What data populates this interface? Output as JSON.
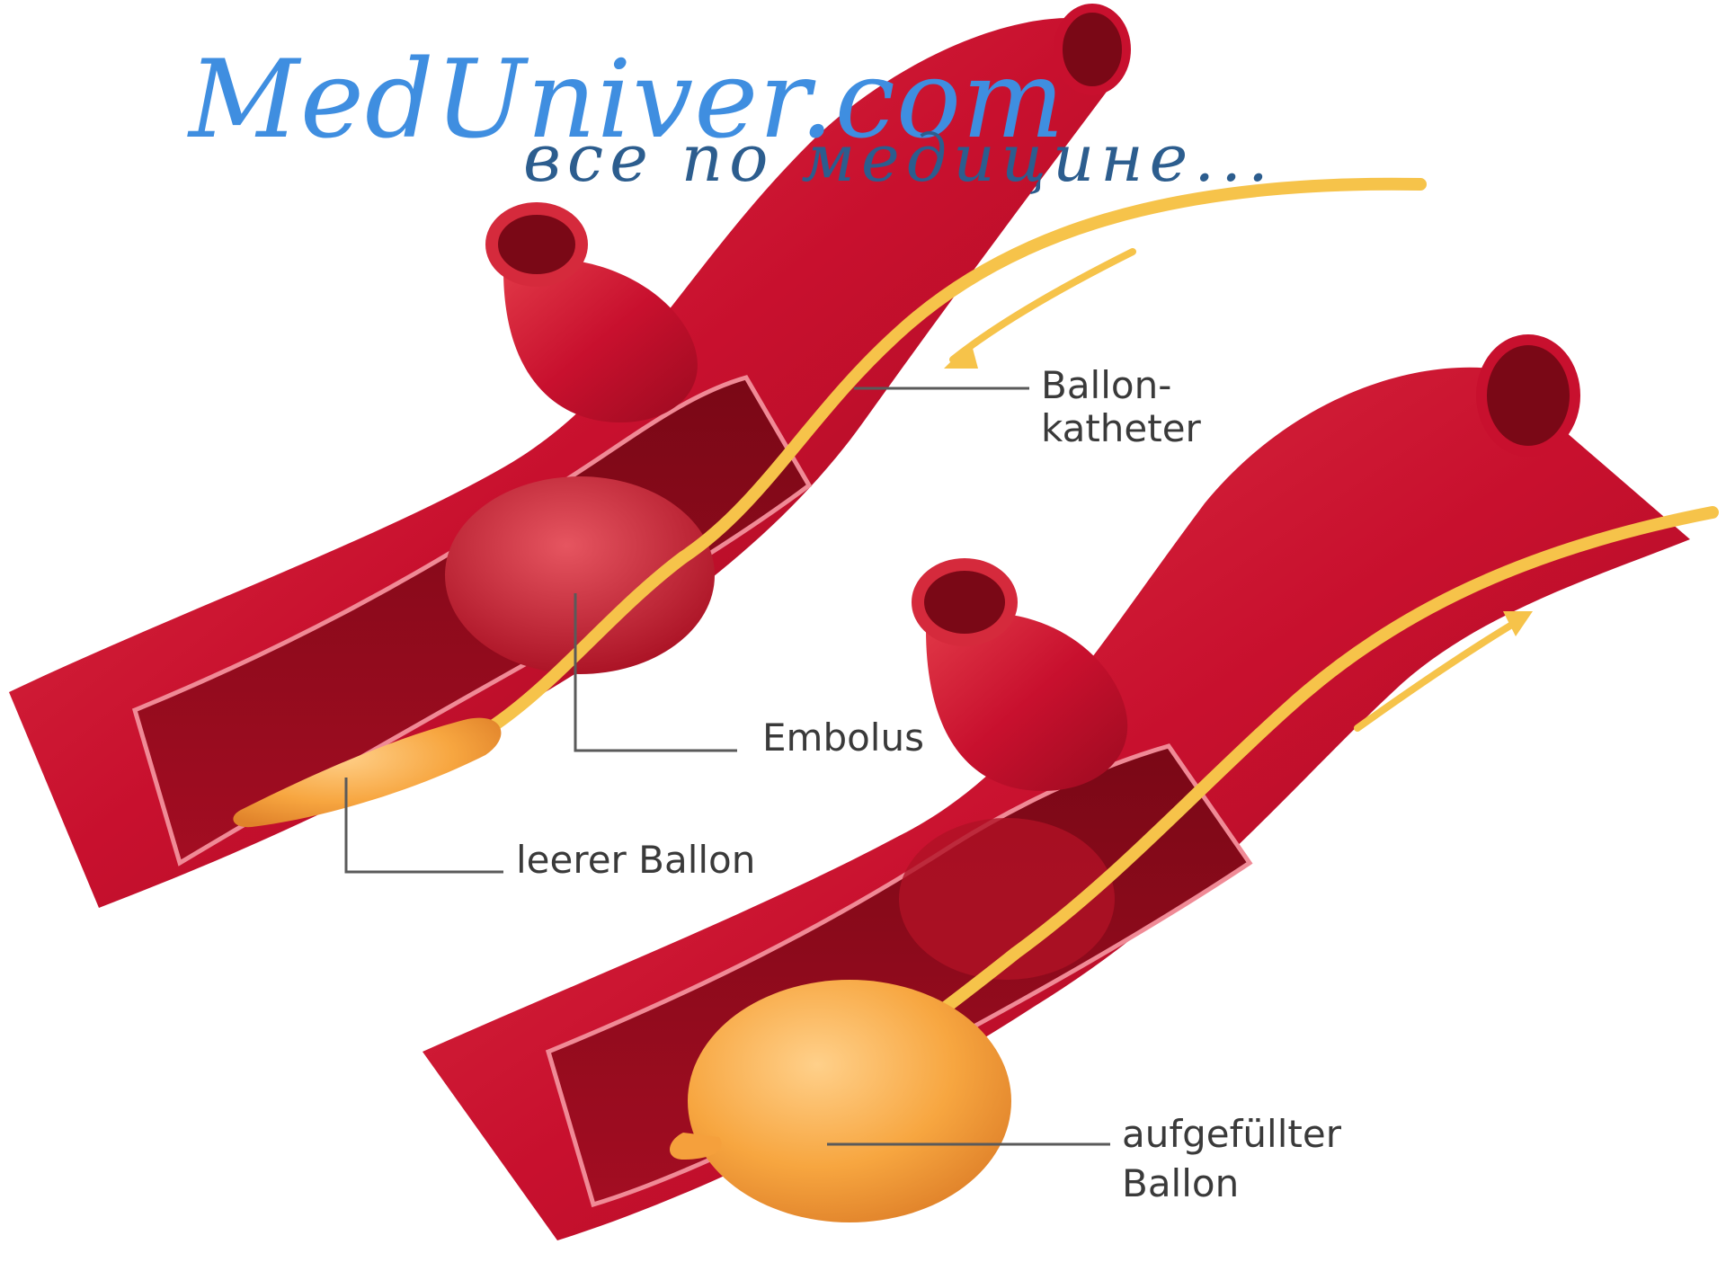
{
  "watermark": {
    "site": "MedUniver.com",
    "tagline": "все по медицине..."
  },
  "labels": {
    "balloon_catheter_line1": "Ballon-",
    "balloon_catheter_line2": "katheter",
    "embolus": "Embolus",
    "empty_balloon": "leerer Ballon",
    "filled_balloon_line1": "aufgefüllter",
    "filled_balloon_line2": "Ballon"
  },
  "colors": {
    "vessel": "#c8102e",
    "vessel_inner": "#8e0a1c",
    "catheter": "#f6c34a",
    "balloon": "#f5a03c",
    "embolus": "#d42a3a",
    "label_text": "#3a3a3a",
    "watermark": "#3f8ee0"
  }
}
